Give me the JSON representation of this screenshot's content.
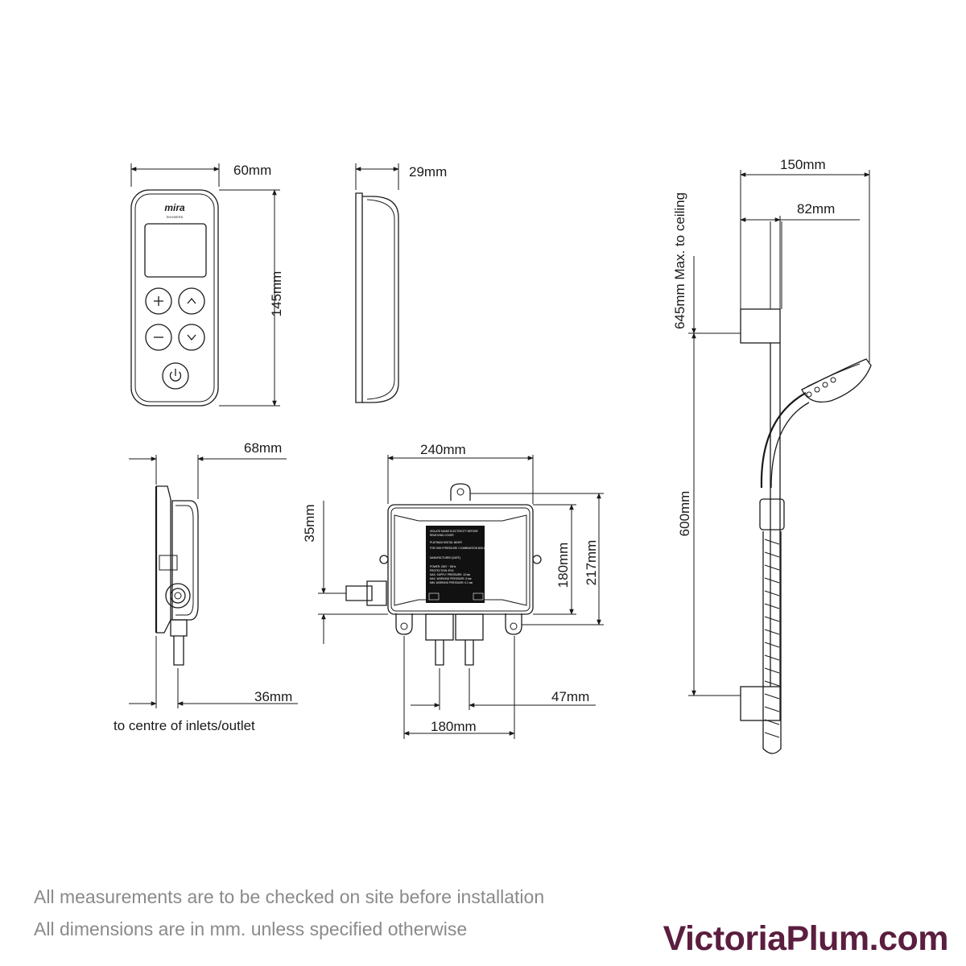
{
  "dimensions": {
    "controller_width": "60mm",
    "controller_depth": "29mm",
    "controller_height": "145mm",
    "unit_side_depth": "68mm",
    "unit_side_inlet": "36mm",
    "unit_side_caption": "to centre of inlets/outlet",
    "unit_width": "240mm",
    "unit_top_offset": "35mm",
    "unit_body_height": "180mm",
    "unit_total_height": "217mm",
    "unit_inlet_span": "180mm",
    "unit_inlet_offset": "47mm",
    "rail_projection": "150mm",
    "rail_offset": "82mm",
    "rail_ceiling": "645mm Max. to ceiling",
    "rail_length": "600mm"
  },
  "device": {
    "logo": "mira",
    "logo_sub": "SHOWERS"
  },
  "notes": {
    "line1": "All measurements are to be checked on site before installation",
    "line2": "All dimensions are in mm. unless specified otherwise"
  },
  "brand": {
    "name": "VictoriaPlum.com",
    "color": "#5b1e3f"
  }
}
